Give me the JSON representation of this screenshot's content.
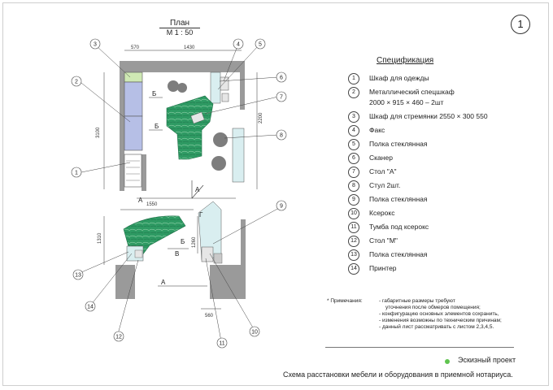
{
  "sheet_number": "1",
  "plan": {
    "title": "План",
    "scale": "М  1 : 50"
  },
  "dimensions": {
    "d570": "570",
    "d1430": "1430",
    "d3100": "3100",
    "d2200": "2200",
    "d1550": "1550",
    "d1310": "1310",
    "d1260": "1260",
    "d560": "560"
  },
  "view_labels": {
    "b1": "Б",
    "b2": "Б",
    "a1": "А",
    "a2": "А",
    "a3": "А",
    "g1": "Г",
    "b3": "Б",
    "v1": "В"
  },
  "callouts": [
    "1",
    "2",
    "3",
    "4",
    "5",
    "6",
    "7",
    "8",
    "9",
    "10",
    "11",
    "12",
    "13",
    "14"
  ],
  "specification": {
    "title": "Спецификация",
    "items": [
      {
        "num": "1",
        "text": "Шкаф для одежды"
      },
      {
        "num": "2",
        "text": "Металлический спецшкаф"
      },
      {
        "num": "",
        "text": "2000 × 915 × 460    – 2шт"
      },
      {
        "num": "3",
        "text": "Шкаф для стремянки  2550 × 300    550"
      },
      {
        "num": "4",
        "text": "Факс"
      },
      {
        "num": "5",
        "text": "Полка стеклянная"
      },
      {
        "num": "6",
        "text": "Сканер"
      },
      {
        "num": "7",
        "text": "Стол \"А\""
      },
      {
        "num": "8",
        "text": "Стул  2шт."
      },
      {
        "num": "9",
        "text": "Полка стеклянная"
      },
      {
        "num": "10",
        "text": "Ксерокс"
      },
      {
        "num": "11",
        "text": "Тумба под ксерокс"
      },
      {
        "num": "12",
        "text": "Стол \"М\""
      },
      {
        "num": "13",
        "text": "Полка стеклянная"
      },
      {
        "num": "14",
        "text": "Принтер"
      }
    ]
  },
  "notes": {
    "head": "*  Примечания:",
    "lines": [
      "- габаритные размеры  требуют",
      "уточнения после обмеров помещения;",
      "- конфигурацию основных элементов сохранить,",
      "- изменения возможны по техническим причинам;",
      "- данный лист рассматривать с листом 2,3,4,5."
    ]
  },
  "status": {
    "label": "Эскизный  проект",
    "dot_color": "#5fc44f"
  },
  "caption": "Схема расстановки мебели и оборудования  в  приемной нотариуса.",
  "colors": {
    "wall": "#9a9a9a",
    "table_green": "#2e9a63",
    "cabinet_blue": "#b6bfe6",
    "glass": "#d9eef0",
    "light_green": "#cfe9b4",
    "chair": "#7d7d7d"
  }
}
